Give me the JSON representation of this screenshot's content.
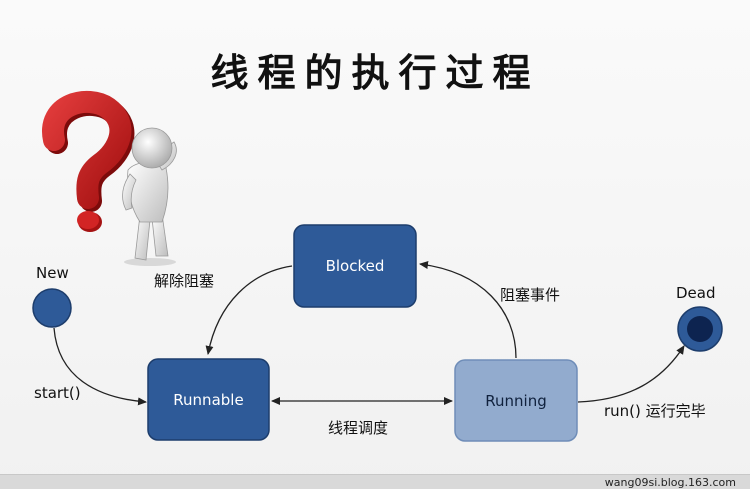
{
  "title": "线程的执行过程",
  "nodes": {
    "new": {
      "label": "New"
    },
    "dead": {
      "label": "Dead"
    },
    "runnable": {
      "label": "Runnable"
    },
    "blocked": {
      "label": "Blocked"
    },
    "running": {
      "label": "Running"
    }
  },
  "edges": {
    "start": {
      "label": "start()"
    },
    "unblock": {
      "label": "解除阻塞"
    },
    "block_event": {
      "label": "阻塞事件"
    },
    "schedule": {
      "label": "线程调度"
    },
    "finish": {
      "label": "run() 运行完毕"
    }
  },
  "footer": {
    "credit": "wang09si.blog.163.com"
  },
  "colors": {
    "dark_node": "#2e5a98",
    "light_node": "#92abce",
    "question_mark": "#cc1d1d",
    "arrow": "#222222"
  },
  "icons": {
    "thinking_figure": "thinking-figure-icon",
    "question_mark": "question-mark-icon"
  }
}
